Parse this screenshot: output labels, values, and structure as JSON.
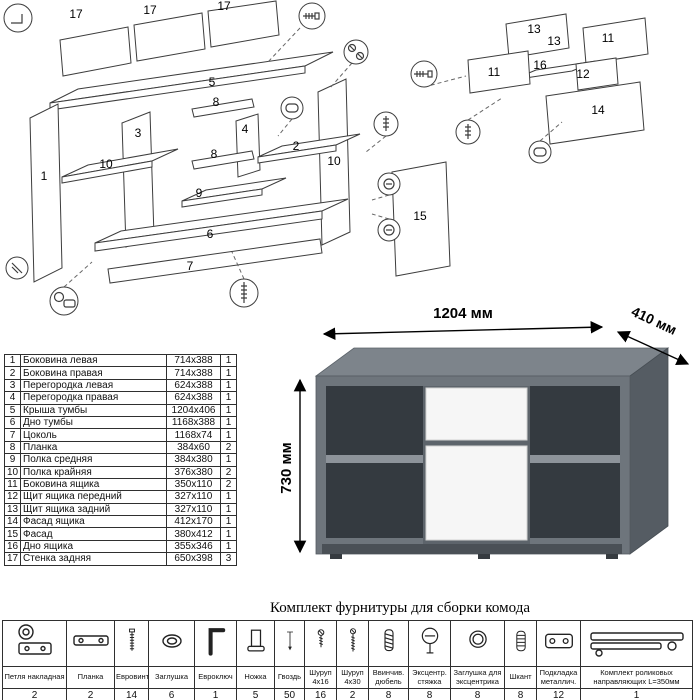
{
  "diagram": {
    "labels": [
      "17",
      "17",
      "17",
      "5",
      "1",
      "3",
      "10",
      "8",
      "4",
      "8",
      "9",
      "2",
      "10",
      "6",
      "7",
      "15",
      "13",
      "13",
      "11",
      "11",
      "16",
      "12",
      "14"
    ]
  },
  "parts_table": {
    "rows": [
      {
        "num": "1",
        "name": "Боковина левая",
        "size": "714x388",
        "qty": "1"
      },
      {
        "num": "2",
        "name": "Боковина правая",
        "size": "714x388",
        "qty": "1"
      },
      {
        "num": "3",
        "name": "Перегородка левая",
        "size": "624x388",
        "qty": "1"
      },
      {
        "num": "4",
        "name": "Перегородка правая",
        "size": "624x388",
        "qty": "1"
      },
      {
        "num": "5",
        "name": "Крыша тумбы",
        "size": "1204x406",
        "qty": "1"
      },
      {
        "num": "6",
        "name": "Дно тумбы",
        "size": "1168x388",
        "qty": "1"
      },
      {
        "num": "7",
        "name": "Цоколь",
        "size": "1168x74",
        "qty": "1"
      },
      {
        "num": "8",
        "name": "Планка",
        "size": "384x60",
        "qty": "2"
      },
      {
        "num": "9",
        "name": "Полка средняя",
        "size": "384x380",
        "qty": "1"
      },
      {
        "num": "10",
        "name": "Полка крайняя",
        "size": "376x380",
        "qty": "2"
      },
      {
        "num": "11",
        "name": "Боковина ящика",
        "size": "350x110",
        "qty": "2"
      },
      {
        "num": "12",
        "name": "Щит ящика передний",
        "size": "327x110",
        "qty": "1"
      },
      {
        "num": "13",
        "name": "Щит ящика задний",
        "size": "327x110",
        "qty": "1"
      },
      {
        "num": "14",
        "name": "Фасад ящика",
        "size": "412x170",
        "qty": "1"
      },
      {
        "num": "15",
        "name": "Фасад",
        "size": "380x412",
        "qty": "1"
      },
      {
        "num": "16",
        "name": "Дно ящика",
        "size": "355x346",
        "qty": "1"
      },
      {
        "num": "17",
        "name": "Стенка задняя",
        "size": "650x398",
        "qty": "3"
      }
    ]
  },
  "product": {
    "width": "1204 мм",
    "depth": "410 мм",
    "height": "730 мм"
  },
  "colors": {
    "body_gray": "#6e757c",
    "top_gray": "#7d848b",
    "side_gray": "#555c63",
    "facade_white": "#f6f6f6",
    "opening_dark": "#343a40"
  },
  "hardware": {
    "title": "Комплект фурнитуры для сборки комода",
    "items": [
      {
        "name": "Петля накладная",
        "qty": "2",
        "icon": "hinge-icon"
      },
      {
        "name": "Планка",
        "qty": "2",
        "icon": "plate-icon"
      },
      {
        "name": "Евровинт",
        "qty": "14",
        "icon": "confirmat-screw-icon"
      },
      {
        "name": "Заглушка",
        "qty": "6",
        "icon": "cap-icon"
      },
      {
        "name": "Евроключ",
        "qty": "1",
        "icon": "hex-key-icon"
      },
      {
        "name": "Ножка",
        "qty": "5",
        "icon": "foot-icon"
      },
      {
        "name": "Гвоздь",
        "qty": "50",
        "icon": "nail-icon"
      },
      {
        "name": "Шуруп 4x16",
        "qty": "16",
        "icon": "screw-small-icon"
      },
      {
        "name": "Шуруп 4x30",
        "qty": "2",
        "icon": "screw-large-icon"
      },
      {
        "name": "Ввинчив. дюбель",
        "qty": "8",
        "icon": "threaded-dowel-icon"
      },
      {
        "name": "Эксцентр. стяжка",
        "qty": "8",
        "icon": "cam-lock-icon"
      },
      {
        "name": "Заглушка для эксцентрика",
        "qty": "8",
        "icon": "cam-cap-icon"
      },
      {
        "name": "Шкант",
        "qty": "8",
        "icon": "wood-dowel-icon"
      },
      {
        "name": "Подкладка металлич.",
        "qty": "12",
        "icon": "metal-plate-icon"
      },
      {
        "name": "Комплект роликовых направляющих L=350мм",
        "qty": "1",
        "icon": "drawer-slide-icon"
      }
    ]
  }
}
